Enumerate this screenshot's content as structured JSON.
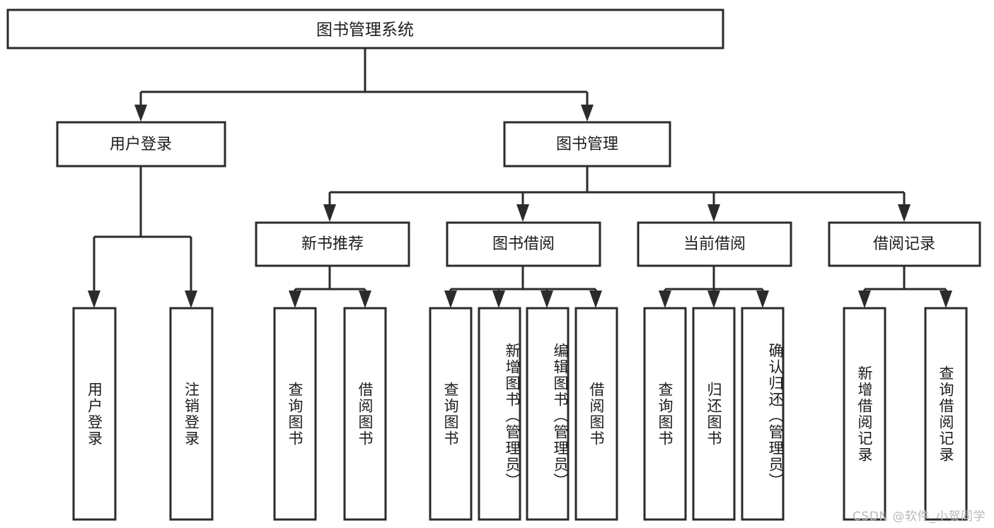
{
  "diagram": {
    "type": "tree",
    "title": "图书管理系统",
    "watermark": "CSDN @软件_小贺同学",
    "colors": {
      "box_stroke": "#2b2b2b",
      "box_fill": "#ffffff",
      "text": "#1c1c1c",
      "background": "#ffffff",
      "watermark": "#b9b9b9"
    },
    "root": {
      "label": "图书管理系统"
    },
    "level1": [
      {
        "label": "用户登录"
      },
      {
        "label": "图书管理"
      }
    ],
    "level2": [
      {
        "label": "新书推荐"
      },
      {
        "label": "图书借阅"
      },
      {
        "label": "当前借阅"
      },
      {
        "label": "借阅记录"
      }
    ],
    "leaves": {
      "user_login": [
        {
          "label": "用户登录"
        },
        {
          "label": "注销登录"
        }
      ],
      "new_book": [
        {
          "label": "查询图书"
        },
        {
          "label": "借阅图书"
        }
      ],
      "book_borrow": [
        {
          "label": "查询图书"
        },
        {
          "label": "新增图书（管理员）"
        },
        {
          "label": "编辑图书（管理员）"
        },
        {
          "label": "借阅图书"
        }
      ],
      "current_borrow": [
        {
          "label": "查询图书"
        },
        {
          "label": "归还图书"
        },
        {
          "label": "确认归还（管理员）"
        }
      ],
      "borrow_record": [
        {
          "label": "新增借阅记录"
        },
        {
          "label": "查询借阅记录"
        }
      ]
    }
  }
}
